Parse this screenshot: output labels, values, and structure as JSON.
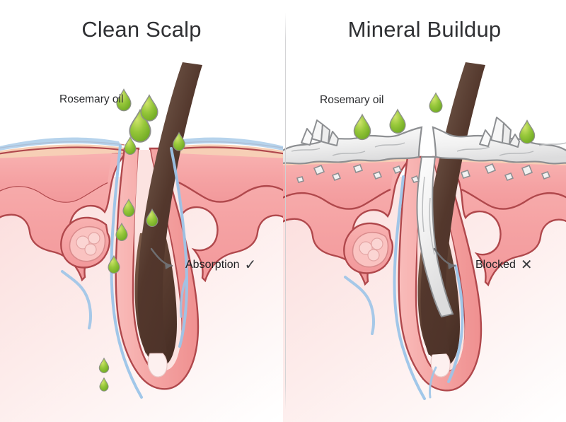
{
  "figure": {
    "type": "medical-illustration",
    "subject": "Scalp cross-section comparison: rosemary oil absorption vs mineral buildup blockage",
    "background_color": "#ffffff",
    "divider_color": "#d0d0d2"
  },
  "panels": [
    {
      "id": "clean-scalp",
      "title": "Clean Scalp",
      "oil_label": "Rosemary oil",
      "callout_text": "Absorption",
      "callout_mark": "✓",
      "callout_mark_name": "checkmark-icon",
      "surface_state": "clear",
      "oil_droplet_count_above_skin": 5,
      "oil_droplet_count_in_follicle": 4,
      "oil_droplet_count_at_bulb": 2,
      "mineral_crystal_count": 0
    },
    {
      "id": "mineral-buildup",
      "title": "Mineral Buildup",
      "oil_label": "Rosemary oil",
      "callout_text": "Blocked",
      "callout_mark": "✕",
      "callout_mark_name": "x-mark-icon",
      "surface_state": "crusted-with-mineral-deposit",
      "oil_droplet_count_above_skin": 4,
      "oil_droplet_count_in_follicle": 0,
      "oil_droplet_count_at_bulb": 0,
      "mineral_crystal_count": 2
    }
  ],
  "colors": {
    "title_text": "#2f3033",
    "label_text": "#2b2c2f",
    "oil_drop_light": "#b7d84a",
    "oil_drop_dark": "#6aa51f",
    "oil_drop_outline": "#8a8d86",
    "hair_shaft_dark": "#4c3229",
    "hair_shaft_mid": "#6b4a3b",
    "hair_shaft_tip": "#f2f2f2",
    "epidermis_band": "#f6cdb4",
    "dermis_pink": "#f4a2a2",
    "dermis_outline": "#a83e44",
    "deep_dermis": "#fbe4e3",
    "capillary_blue": "#9cc4e8",
    "mineral_white": "#efefef",
    "mineral_outline": "#8d8f92",
    "arrow_gray": "#6f6f72"
  },
  "legend": {
    "oil_drop_icon": "oil-droplet-icon",
    "crystal_icon": "mineral-crystal-icon",
    "hair_icon": "hair-shaft-icon",
    "follicle_icon": "hair-follicle-icon",
    "sebaceous_icon": "sebaceous-gland-icon",
    "capillary_icon": "capillary-icon",
    "arrow_icon": "curved-arrow-icon"
  }
}
